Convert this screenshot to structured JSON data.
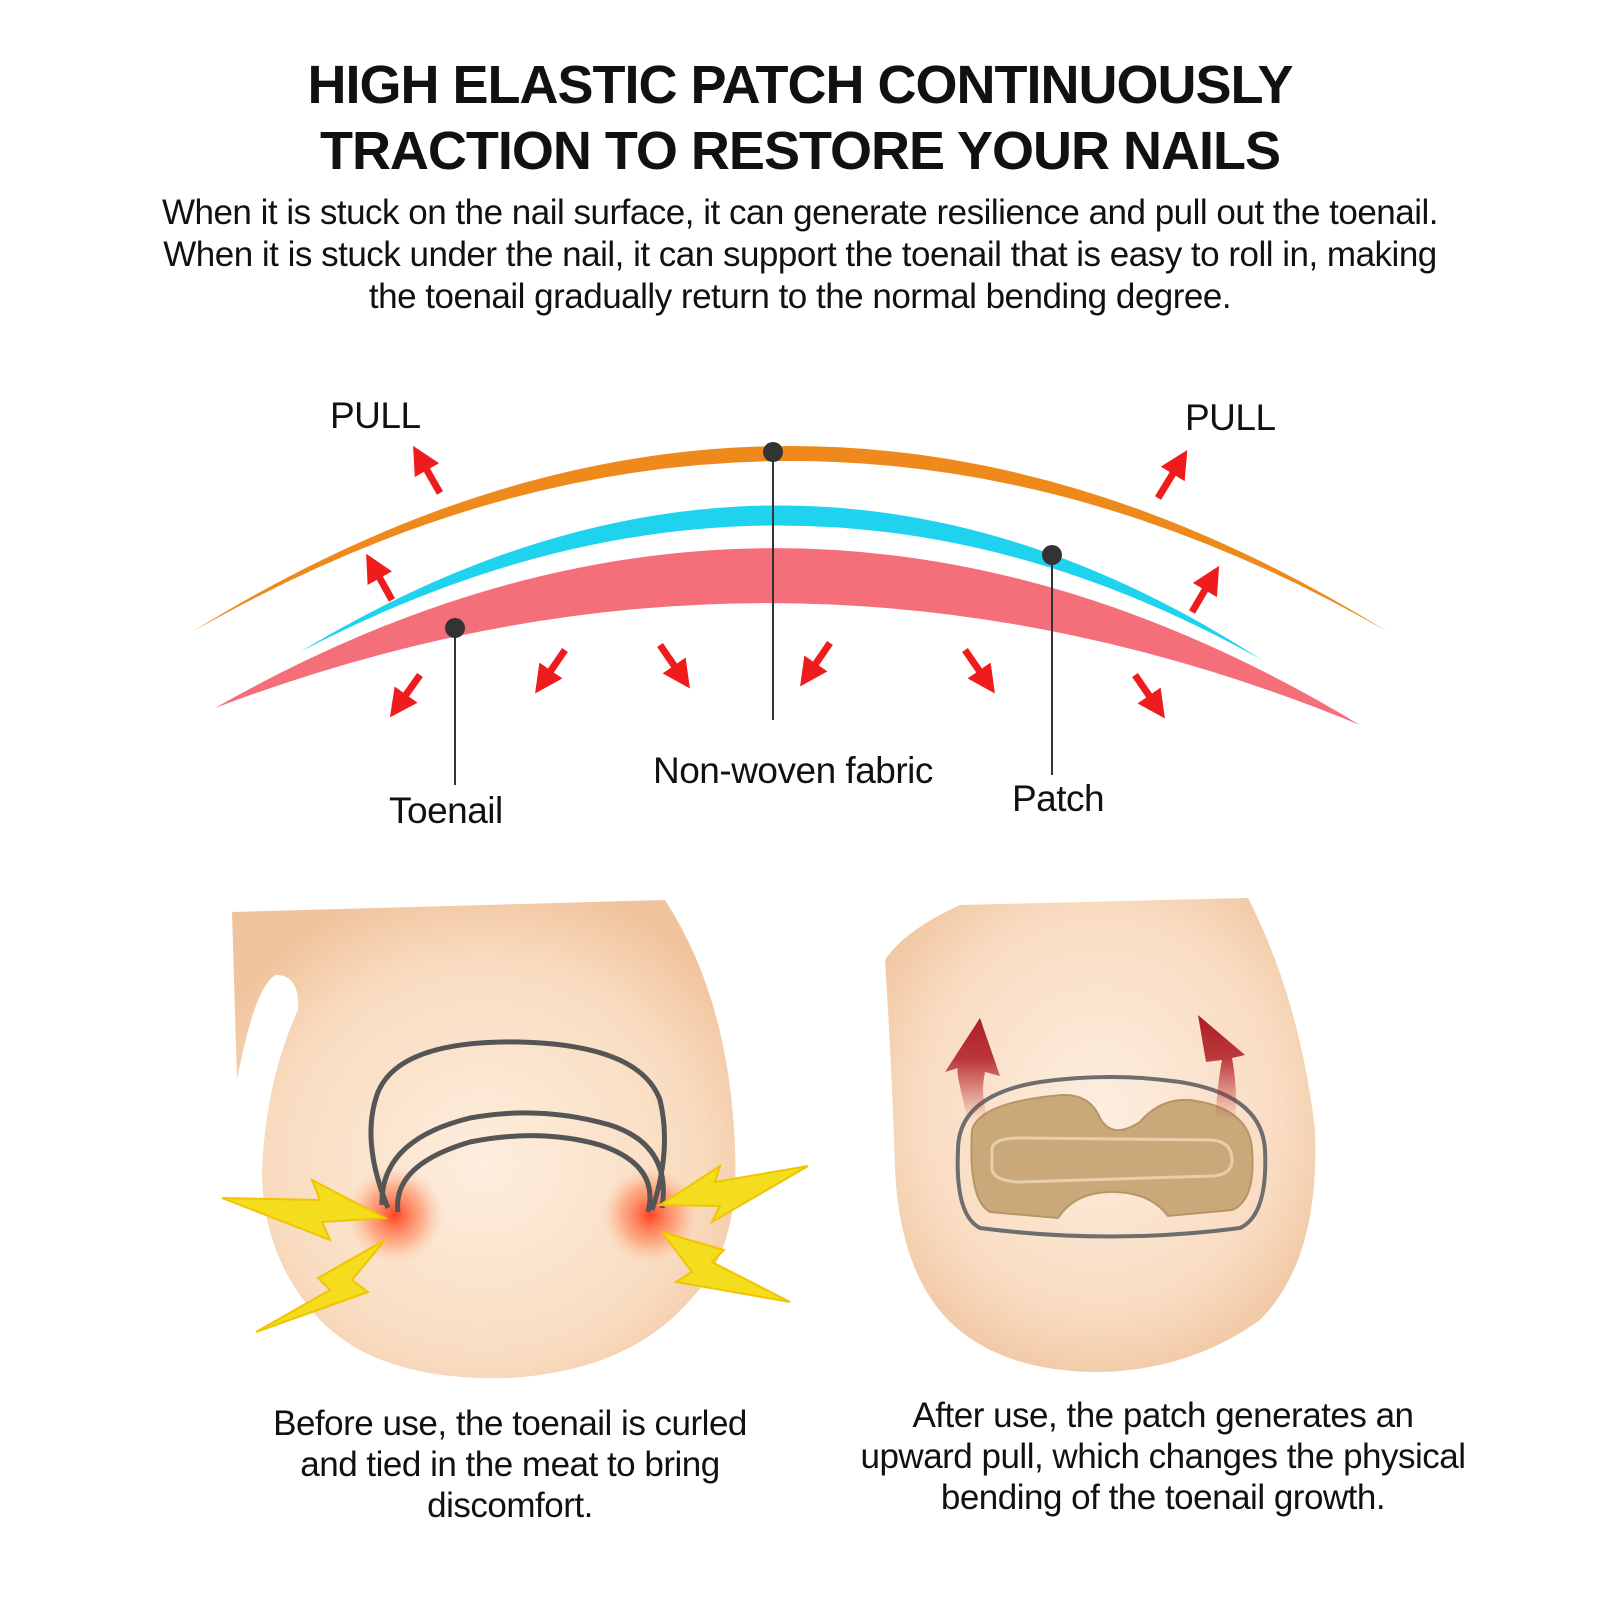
{
  "title": {
    "line1": "HIGH ELASTIC PATCH CONTINUOUSLY",
    "line2": "TRACTION TO RESTORE YOUR NAILS"
  },
  "intro": "When it is stuck on the nail surface, it can generate resilience and pull out the toenail. When it is stuck under the nail, it can support the toenail that is easy to roll in, making the toenail gradually return to the normal bending degree.",
  "diagram": {
    "pull_left": "PULL",
    "pull_right": "PULL",
    "label_toenail": "Toenail",
    "label_fabric": "Non-woven fabric",
    "label_patch": "Patch",
    "colors": {
      "patch": "#ee8a1c",
      "fabric": "#1fd3ee",
      "toenail": "#f46f7a",
      "arrow": "#ee1c1c"
    }
  },
  "before": {
    "caption": "Before use, the toenail is curled and tied in the meat to bring discomfort."
  },
  "after": {
    "caption": "After use, the patch generates an upward pull, which changes the physical bending of the toenail growth."
  }
}
